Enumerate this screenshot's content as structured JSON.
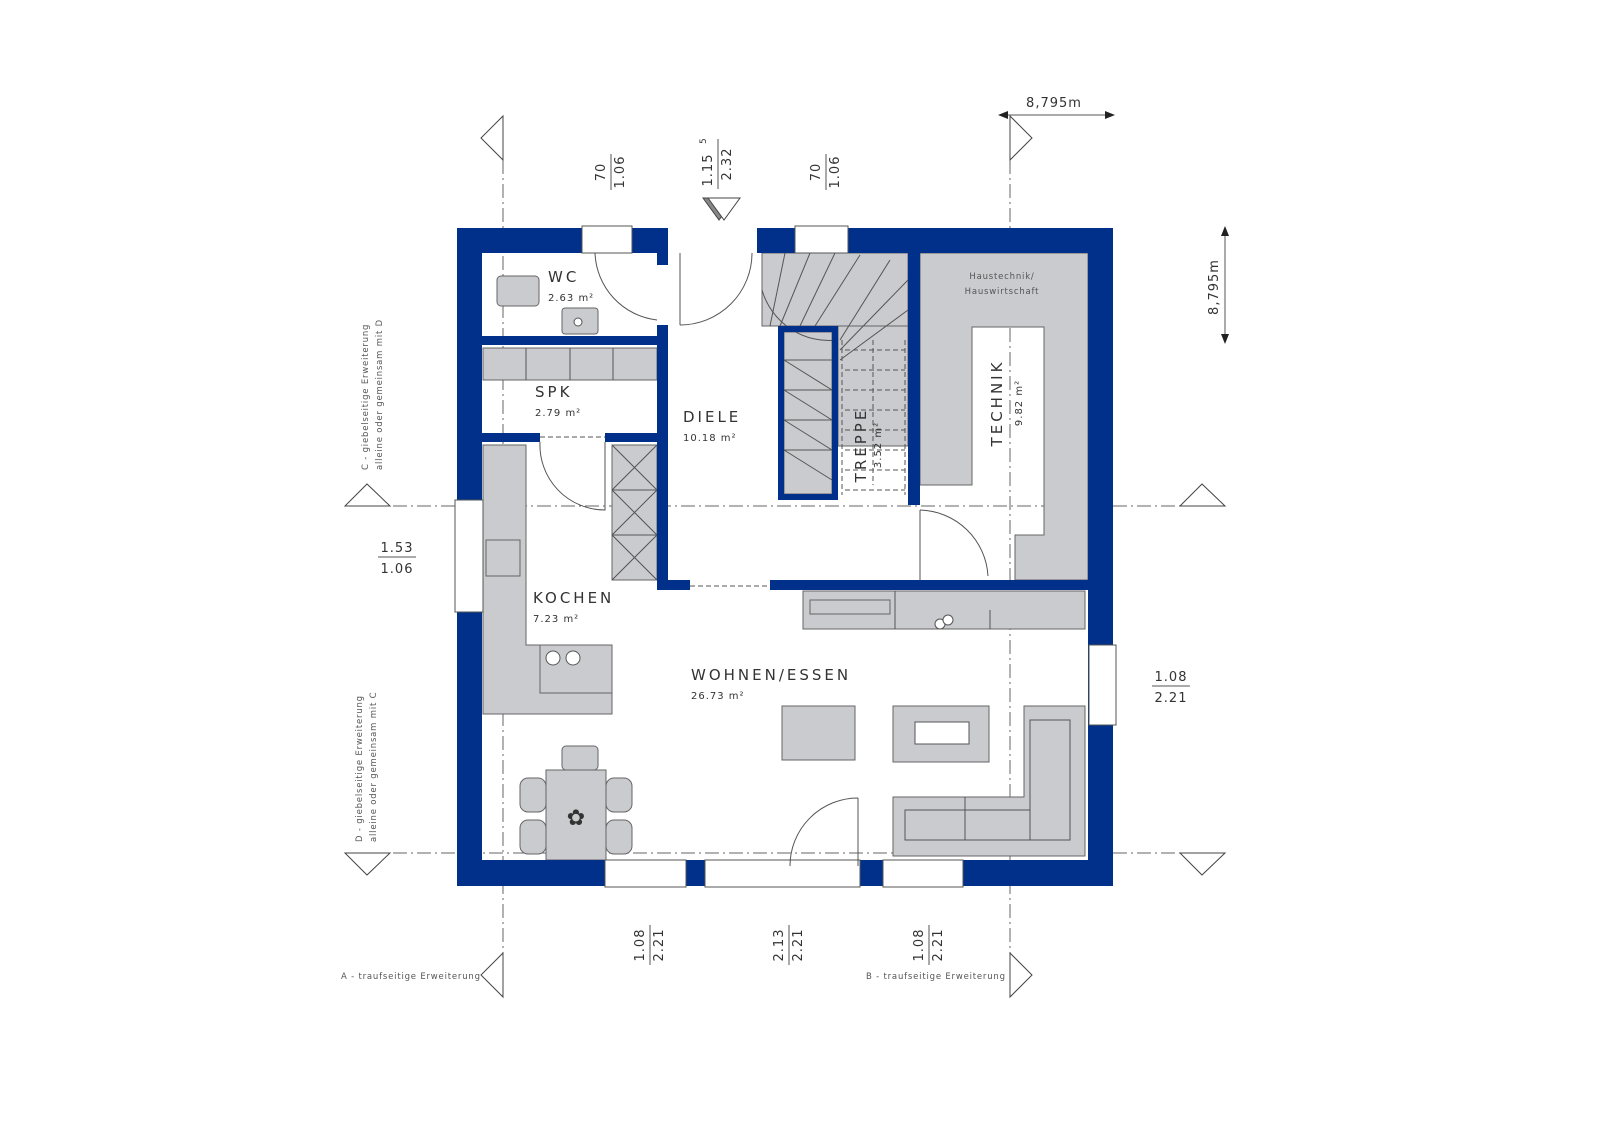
{
  "colors": {
    "wall": "#00308a",
    "furniture": "#c9cbce"
  },
  "rooms": {
    "wc": {
      "name": "WC",
      "area": "2.63 m²"
    },
    "spk": {
      "name": "SPK",
      "area": "2.79 m²"
    },
    "diele": {
      "name": "DIELE",
      "area": "10.18 m²"
    },
    "treppe": {
      "name": "TREPPE",
      "area": "3.52 m²"
    },
    "technik": {
      "name": "TECHNIK",
      "area": "9.82 m²",
      "subtitle_1": "Haustechnik/",
      "subtitle_2": "Hauswirtschaft"
    },
    "kochen": {
      "name": "KOCHEN",
      "area": "7.23 m²"
    },
    "wohnen": {
      "name": "WOHNEN/ESSEN",
      "area": "26.73 m²"
    }
  },
  "dimensions": {
    "width": "8,795m",
    "depth": "8,795m",
    "top_window_1": {
      "top": "70",
      "bottom": "1.06"
    },
    "top_door": {
      "top": "1.15",
      "sup": "5",
      "bottom": "2.32"
    },
    "top_window_2": {
      "top": "70",
      "bottom": "1.06"
    },
    "left_window": {
      "top": "1.53",
      "bottom": "1.06"
    },
    "right_window": {
      "top": "1.08",
      "bottom": "2.21"
    },
    "bottom_window_1": {
      "top": "1.08",
      "bottom": "2.21"
    },
    "bottom_door": {
      "top": "2.13",
      "bottom": "2.21"
    },
    "bottom_window_2": {
      "top": "1.08",
      "bottom": "2.21"
    }
  },
  "extensions": {
    "a": "A - traufseitige Erweiterung",
    "b": "B - traufseitige Erweiterung",
    "c_1": "C  - giebelseitige Erweiterung",
    "c_2": "alleine oder gemeinsam mit D",
    "d_1": "D  - giebelseitige Erweiterung",
    "d_2": "alleine oder gemeinsam mit C"
  }
}
